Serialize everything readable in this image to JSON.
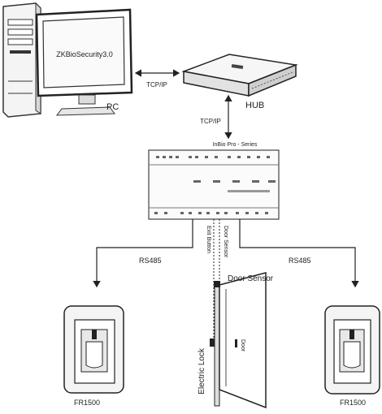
{
  "pc": {
    "screen_text": "ZKBioSecurity3.0",
    "label": "PC"
  },
  "hub": {
    "label": "HUB"
  },
  "links": {
    "pc_hub": "TCP/IP",
    "hub_panel": "TCP/IP",
    "left_bus": "RS485",
    "right_bus": "RS485"
  },
  "panel": {
    "title": "InBio Pro - Series"
  },
  "wiring": {
    "exit_button": "Exit Button",
    "door_sensor_wire": "Door Sensor",
    "door_sensor": "Door Sensor",
    "electric_lock": "Electric Lock"
  },
  "door": {
    "sign": "Door"
  },
  "readers": {
    "left": "FR1500",
    "right": "FR1500"
  }
}
